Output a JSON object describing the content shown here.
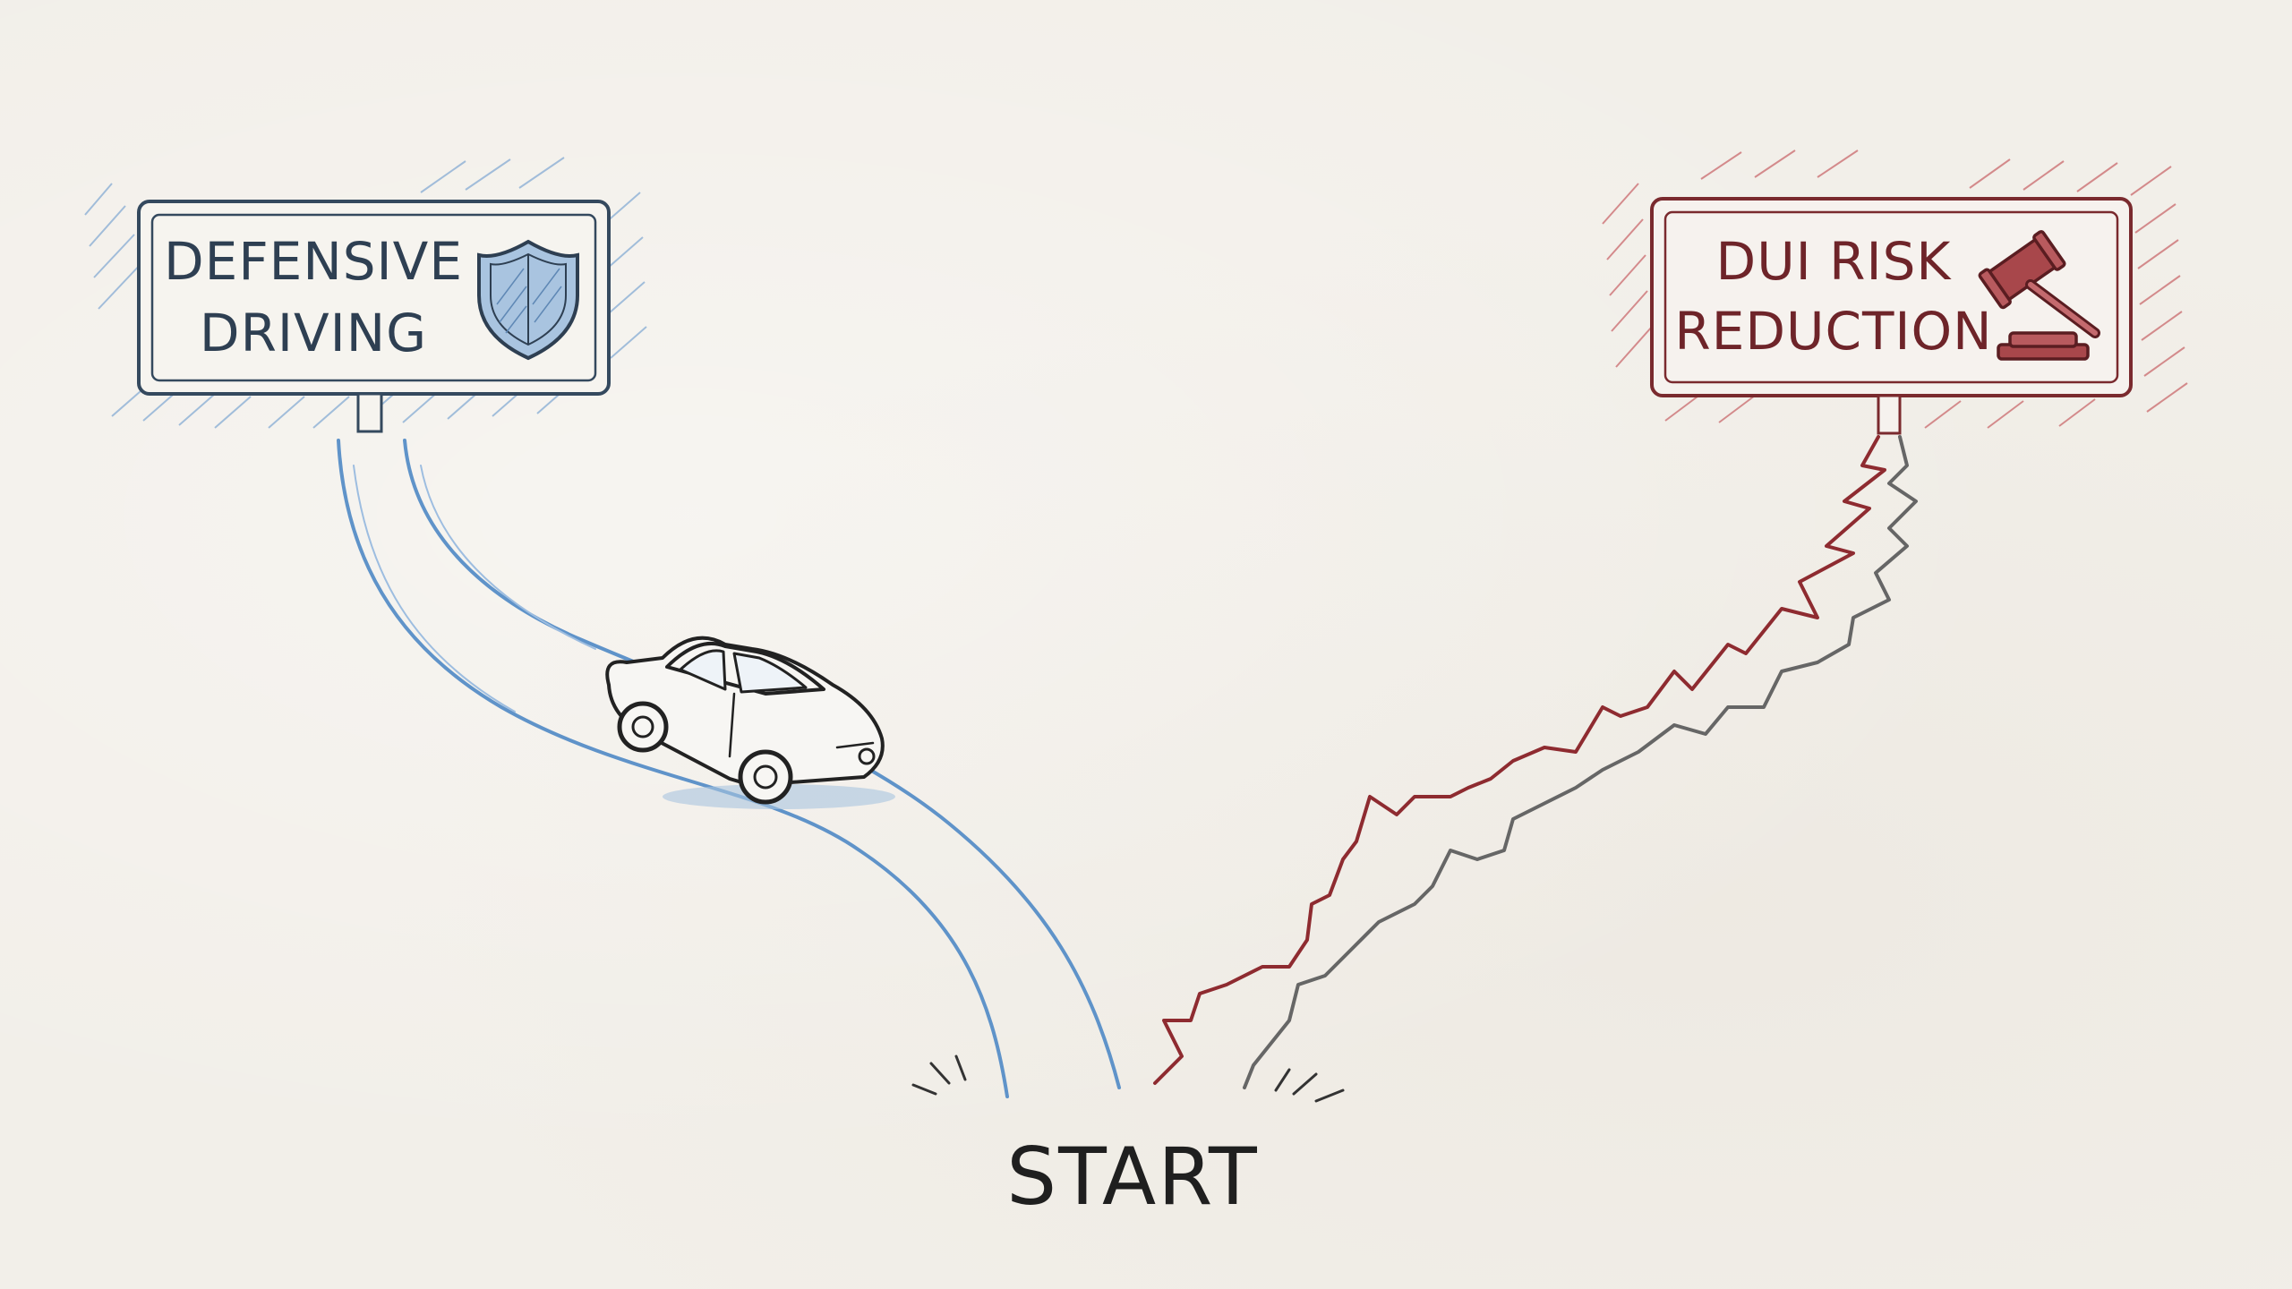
{
  "signs": {
    "left": {
      "line1": "DEFENSIVE",
      "line2": "DRIVING",
      "icon": "shield-icon",
      "color": "#34495e",
      "hatch_color": "#6f9ac8"
    },
    "right": {
      "line1": "DUI RISK",
      "line2": "REDUCTION",
      "icon": "gavel-icon",
      "color": "#7a2a2e",
      "hatch_color": "#c0484e"
    }
  },
  "start_label": "START",
  "paths": {
    "left_road_color": "#5f93c9",
    "right_jagged_colors": [
      "#8e2b30",
      "#666666"
    ]
  },
  "car_icon": "car-icon"
}
